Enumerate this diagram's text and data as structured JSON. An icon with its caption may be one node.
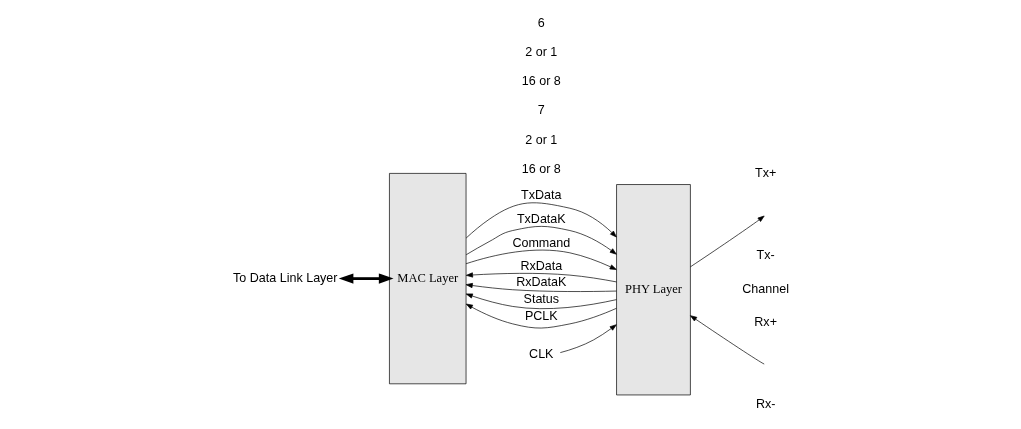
{
  "diagram": {
    "nodes": [
      {
        "text": [
          "To Data Link Layer"
        ]
      },
      {
        "text": [
          "MAC Layer"
        ]
      },
      {
        "text": [
          "PHY Layer"
        ]
      },
      {
        "text": [
          "CLK"
        ]
      }
    ],
    "edges": [
      {
        "from": 0,
        "to": 1,
        "arrow": "both",
        "style": "thick"
      },
      {
        "from": 1,
        "to": 2,
        "arrow": "to",
        "label": "TxData"
      },
      {
        "from": 1,
        "to": 2,
        "arrow": "to",
        "label": "TxDataK"
      },
      {
        "from": 1,
        "to": 2,
        "arrow": "to",
        "label": "Command"
      },
      {
        "from": 2,
        "to": 1,
        "arrow": "to",
        "label": "RxData"
      },
      {
        "from": 2,
        "to": 1,
        "arrow": "to",
        "label": "RxDataK"
      },
      {
        "from": 2,
        "to": 1,
        "arrow": "to",
        "label": "Status"
      },
      {
        "from": 2,
        "to": 1,
        "arrow": "to",
        "label": "PCLK"
      },
      {
        "from": 3,
        "to": 2,
        "arrow": "to"
      },
      {
        "from": 2,
        "to": null,
        "arrow": "to"
      },
      {
        "from": null,
        "to": 2,
        "arrow": "to"
      }
    ],
    "labels": [
      "16 or 8",
      "2 or 1",
      "7",
      "16 or 8",
      "2 or 1",
      "6",
      "Tx+",
      "Tx-",
      "Channel",
      "Rx+",
      "Rx-"
    ]
  }
}
